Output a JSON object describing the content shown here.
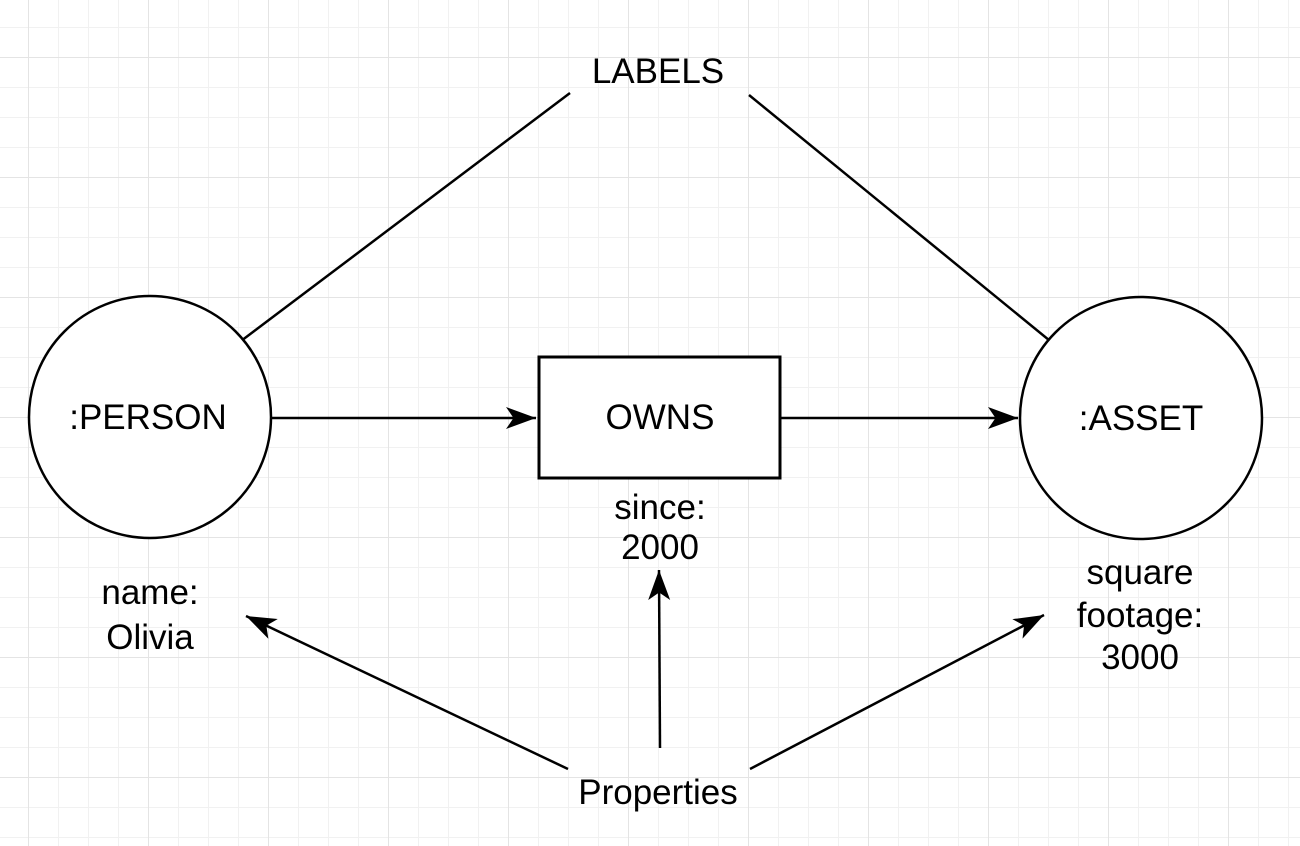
{
  "diagram": {
    "annotations": {
      "labels_title": "LABELS",
      "properties_title": "Properties"
    },
    "nodes": {
      "person": {
        "label": ":PERSON",
        "property_lines": [
          "name:",
          "Olivia"
        ]
      },
      "owns": {
        "label": "OWNS",
        "property_lines": [
          "since:",
          "2000"
        ]
      },
      "asset": {
        "label": ":ASSET",
        "property_lines": [
          "square",
          "footage:",
          "3000"
        ]
      }
    },
    "colors": {
      "stroke": "#000000",
      "text": "#000000",
      "background": "#ffffff",
      "grid_minor": "#f1f1f1",
      "grid_major": "#e4e4e4"
    }
  }
}
